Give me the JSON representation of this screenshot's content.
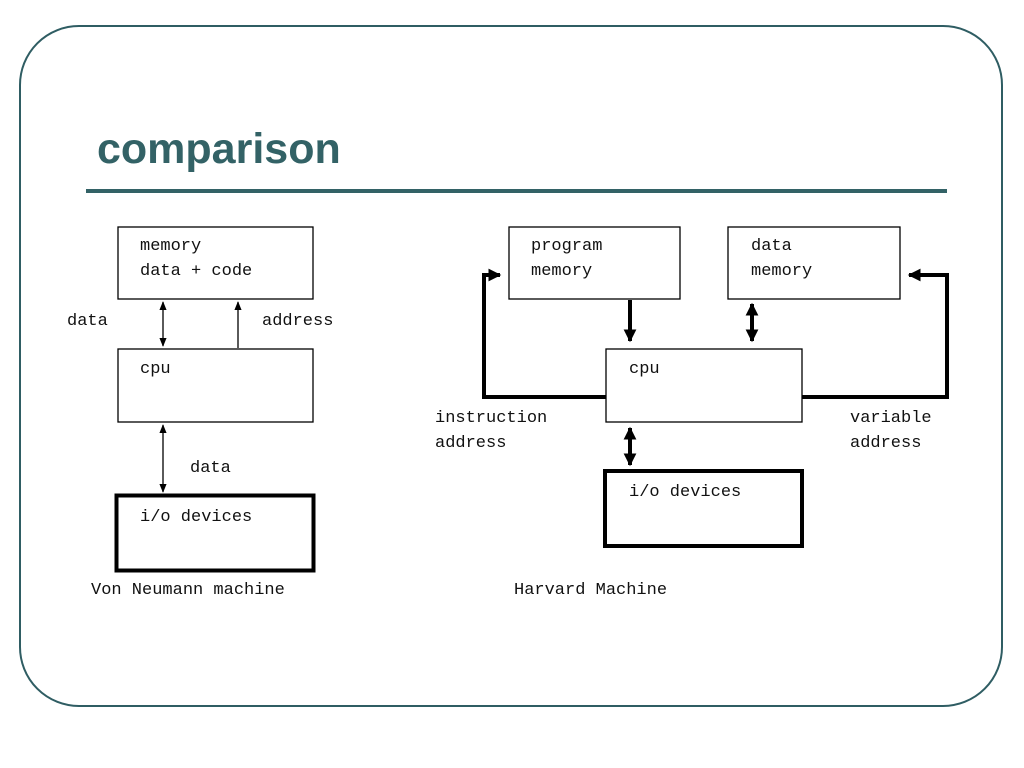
{
  "slide": {
    "title": "comparison"
  },
  "von_neumann": {
    "memory_label_1": "memory",
    "memory_label_2": "data + code",
    "data_label": "data",
    "address_label": "address",
    "cpu_label": "cpu",
    "io_data_label": "data",
    "io_label": "i/o devices",
    "caption": "Von Neumann machine"
  },
  "harvard": {
    "program_memory_1": "program",
    "program_memory_2": "memory",
    "data_memory_1": "data",
    "data_memory_2": "memory",
    "cpu_label": "cpu",
    "instruction_address_1": "instruction",
    "instruction_address_2": "address",
    "variable_address_1": "variable",
    "variable_address_2": "address",
    "io_label": "i/o devices",
    "caption": "Harvard Machine"
  },
  "colors": {
    "accent": "#336266",
    "line": "#000000"
  }
}
